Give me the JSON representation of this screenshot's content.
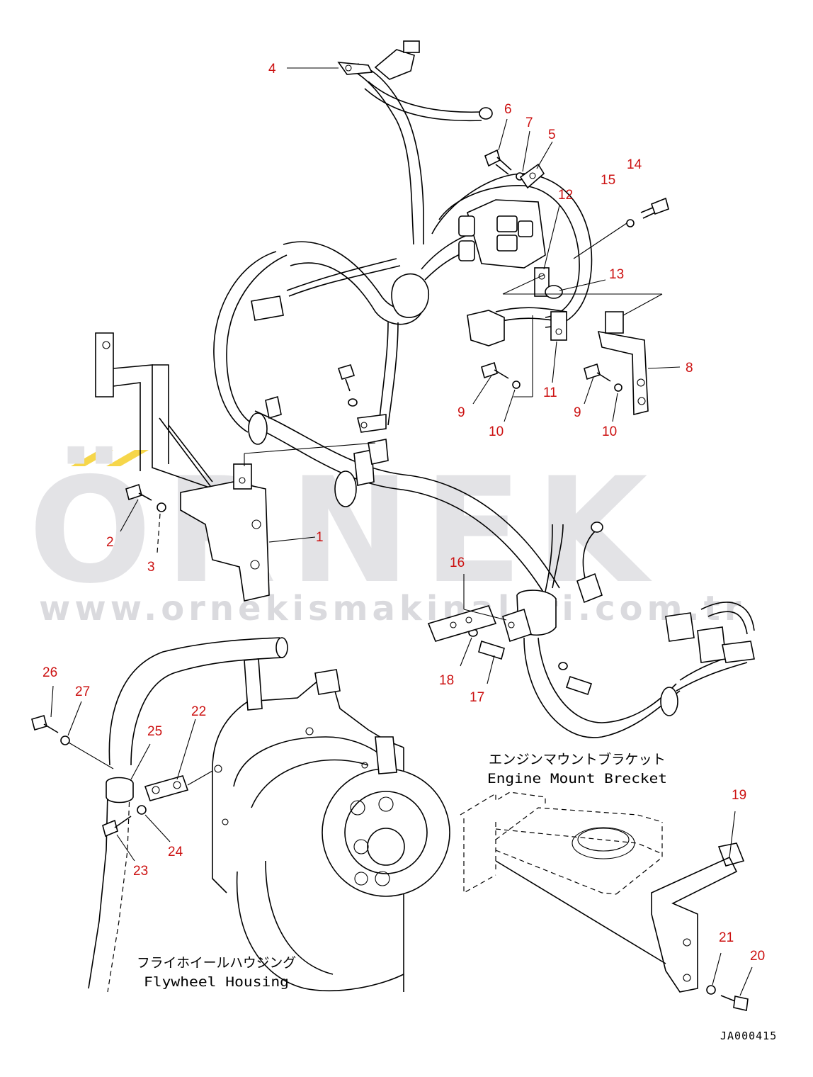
{
  "watermark": {
    "brand": "ÖRNEK",
    "url": "www.ornekismakinalari.com.tr",
    "accent_color": "#f6d64a"
  },
  "captions": {
    "engine_mount_jp": "エンジンマウントブラケット",
    "engine_mount_en": "Engine Mount Brecket",
    "flywheel_jp": "フライホイールハウジング",
    "flywheel_en": "Flywheel Housing"
  },
  "drawing_code": "JA000415",
  "callouts": [
    {
      "id": "c1",
      "label": "1"
    },
    {
      "id": "c2",
      "label": "2"
    },
    {
      "id": "c3",
      "label": "3"
    },
    {
      "id": "c4",
      "label": "4"
    },
    {
      "id": "c5",
      "label": "5"
    },
    {
      "id": "c6",
      "label": "6"
    },
    {
      "id": "c7",
      "label": "7"
    },
    {
      "id": "c8",
      "label": "8"
    },
    {
      "id": "c9a",
      "label": "9"
    },
    {
      "id": "c9b",
      "label": "9"
    },
    {
      "id": "c10a",
      "label": "10"
    },
    {
      "id": "c10b",
      "label": "10"
    },
    {
      "id": "c11",
      "label": "11"
    },
    {
      "id": "c12",
      "label": "12"
    },
    {
      "id": "c13",
      "label": "13"
    },
    {
      "id": "c14",
      "label": "14"
    },
    {
      "id": "c15",
      "label": "15"
    },
    {
      "id": "c16",
      "label": "16"
    },
    {
      "id": "c17",
      "label": "17"
    },
    {
      "id": "c18",
      "label": "18"
    },
    {
      "id": "c19",
      "label": "19"
    },
    {
      "id": "c20",
      "label": "20"
    },
    {
      "id": "c21",
      "label": "21"
    },
    {
      "id": "c22",
      "label": "22"
    },
    {
      "id": "c23",
      "label": "23"
    },
    {
      "id": "c24",
      "label": "24"
    },
    {
      "id": "c25",
      "label": "25"
    },
    {
      "id": "c26",
      "label": "26"
    },
    {
      "id": "c27",
      "label": "27"
    }
  ],
  "icons": {
    "bolt": "bolt-icon",
    "washer": "washer-icon",
    "clamp": "clamp-icon"
  }
}
